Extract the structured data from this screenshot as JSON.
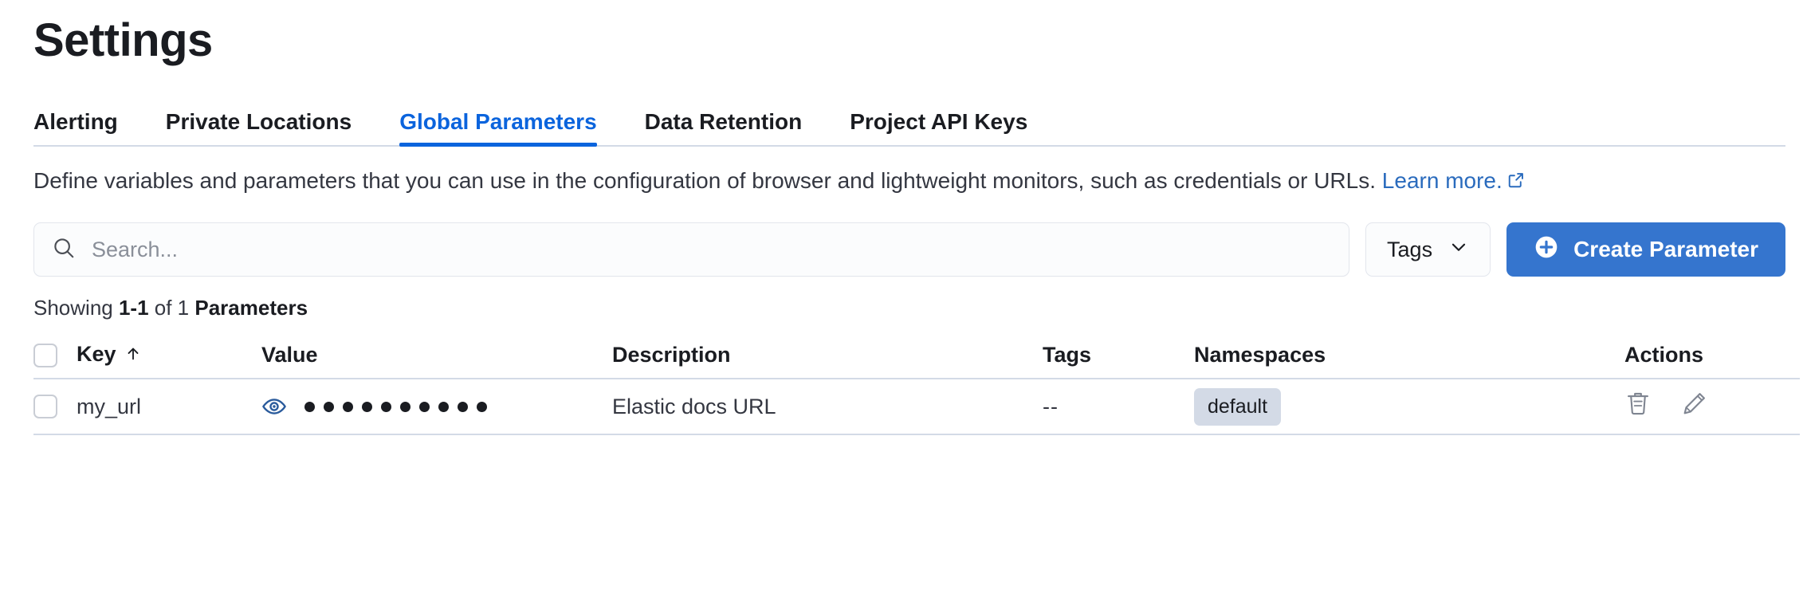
{
  "header": {
    "title": "Settings"
  },
  "tabs": [
    {
      "label": "Alerting",
      "active": false
    },
    {
      "label": "Private Locations",
      "active": false
    },
    {
      "label": "Global Parameters",
      "active": true
    },
    {
      "label": "Data Retention",
      "active": false
    },
    {
      "label": "Project API Keys",
      "active": false
    }
  ],
  "description": {
    "text": "Define variables and parameters that you can use in the configuration of browser and lightweight monitors, such as credentials or URLs.",
    "link_text": "Learn more.",
    "link_icon": "external-link-icon"
  },
  "controls": {
    "search_value": "",
    "search_placeholder": "Search...",
    "search_icon": "search-icon",
    "tags_label": "Tags",
    "tags_icon": "chevron-down-icon",
    "create_label": "Create Parameter",
    "create_icon": "plus-circle-icon",
    "create_color": "#3575ce"
  },
  "results": {
    "prefix": "Showing ",
    "range": "1-1",
    "middle": " of 1 ",
    "noun": "Parameters"
  },
  "table": {
    "columns": [
      {
        "key": "select",
        "label": ""
      },
      {
        "key": "key",
        "label": "Key",
        "sort": "asc",
        "sort_icon": "arrow-up-icon"
      },
      {
        "key": "value",
        "label": "Value"
      },
      {
        "key": "description",
        "label": "Description"
      },
      {
        "key": "tags",
        "label": "Tags"
      },
      {
        "key": "namespaces",
        "label": "Namespaces"
      },
      {
        "key": "actions",
        "label": "Actions"
      }
    ],
    "rows": [
      {
        "key": "my_url",
        "value_masked": true,
        "value_dots": 10,
        "value_toggle_icon": "eye-icon",
        "description": "Elastic docs URL",
        "tags": "--",
        "namespaces": [
          "default"
        ],
        "actions": [
          "trash-icon",
          "pencil-icon"
        ]
      }
    ]
  },
  "colors": {
    "accent": "#0b64dd",
    "link": "#2a6bbd",
    "primary_button": "#3575ce",
    "border": "#d3dae6",
    "badge_bg": "#d3dae6",
    "eye_icon": "#2a5b9c",
    "action_icon": "#7f8591"
  }
}
